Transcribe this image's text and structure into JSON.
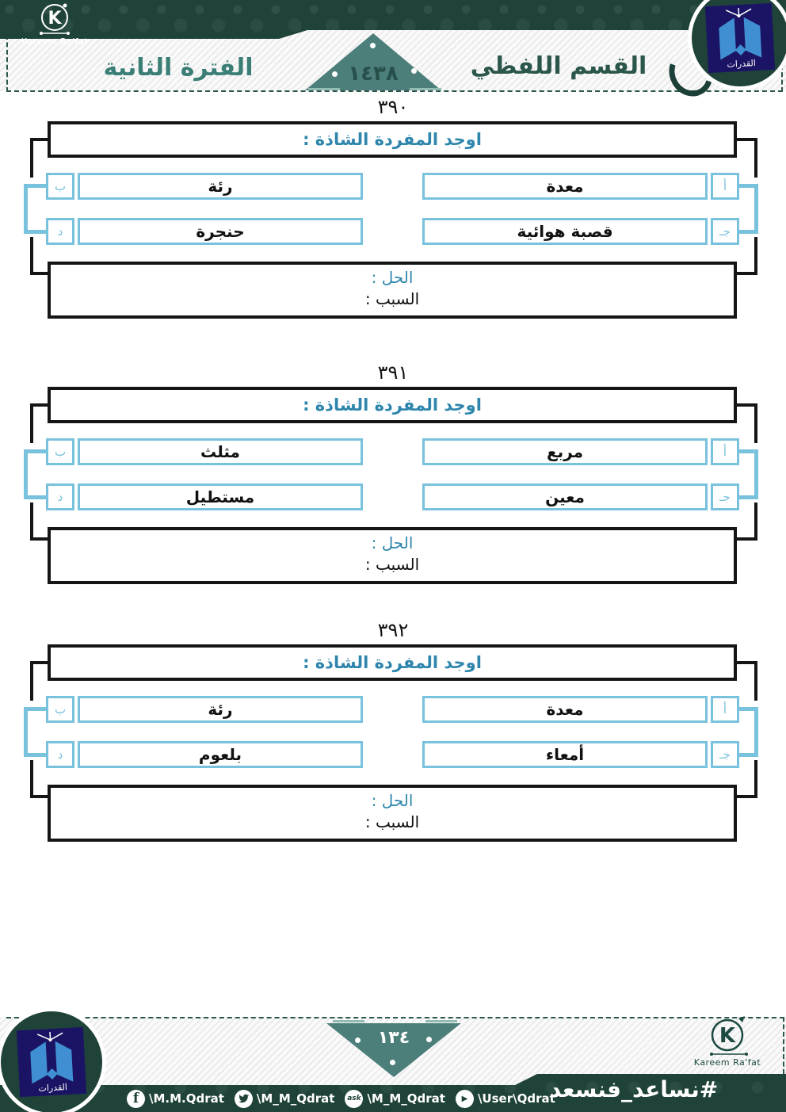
{
  "brand": {
    "name": "Kareem Ra'fat",
    "logo_text": "القدرات"
  },
  "header": {
    "section_title": "القسم اللفظي",
    "period_title": "الفترة الثانية",
    "year": "١٤٣٨"
  },
  "questions": [
    {
      "number": "٣٩٠",
      "prompt": "اوجد المفردة الشاذة :",
      "options": [
        {
          "letter": "أ",
          "text": "معدة"
        },
        {
          "letter": "ب",
          "text": "رئة"
        },
        {
          "letter": "جـ",
          "text": "قصبة هوائية"
        },
        {
          "letter": "د",
          "text": "حنجرة"
        }
      ],
      "solution_label": "الحل :",
      "reason_label": "السبب :"
    },
    {
      "number": "٣٩١",
      "prompt": "اوجد المفردة الشاذة :",
      "options": [
        {
          "letter": "أ",
          "text": "مربع"
        },
        {
          "letter": "ب",
          "text": "مثلث"
        },
        {
          "letter": "جـ",
          "text": "معين"
        },
        {
          "letter": "د",
          "text": "مستطيل"
        }
      ],
      "solution_label": "الحل :",
      "reason_label": "السبب :"
    },
    {
      "number": "٣٩٢",
      "prompt": "اوجد المفردة الشاذة :",
      "options": [
        {
          "letter": "أ",
          "text": "معدة"
        },
        {
          "letter": "ب",
          "text": "رئة"
        },
        {
          "letter": "جـ",
          "text": "أمعاء"
        },
        {
          "letter": "د",
          "text": "بلعوم"
        }
      ],
      "solution_label": "الحل :",
      "reason_label": "السبب :"
    }
  ],
  "footer": {
    "page_number": "١٣٤",
    "hashtag": "#نساعد_فنسعد",
    "social": [
      {
        "network": "facebook",
        "glyph": "f",
        "handle": "\\M.M.Qdrat"
      },
      {
        "network": "twitter",
        "handle": "\\M_M_Qdrat"
      },
      {
        "network": "ask",
        "glyph": "ask",
        "handle": "\\M_M_Qdrat"
      },
      {
        "network": "youtube",
        "glyph": "▶",
        "handle": "\\User\\Qdrat"
      }
    ]
  },
  "colors": {
    "band_green": "#1f4339",
    "triangle_teal": "#4c7f7a",
    "option_blue": "#79c2dd",
    "prompt_teal": "#2e86ac",
    "navy": "#1b1464",
    "logo_blue": "#3f8fd2"
  }
}
